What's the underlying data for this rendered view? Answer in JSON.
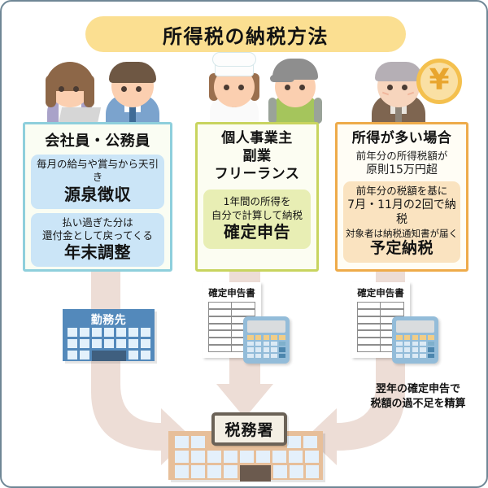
{
  "title": "所得税の納税方法",
  "colors": {
    "title_pill": "#fbdf91",
    "employee_accent": "#8ecfdc",
    "selfemployed_accent": "#c8d45f",
    "highincome_accent": "#eeab4a",
    "arrow": "#edddd6",
    "workplace_building": "#5389bb",
    "tax_office_building": "#e7bf9a"
  },
  "people": [
    {
      "name": "office-worker-woman",
      "icon": "woman-with-laptop-icon"
    },
    {
      "name": "office-worker-man",
      "icon": "man-in-necktie-icon"
    },
    {
      "name": "chef-woman",
      "icon": "chef-icon"
    },
    {
      "name": "delivery-man",
      "icon": "cap-worker-icon"
    },
    {
      "name": "senior-man",
      "icon": "elderly-man-icon"
    },
    {
      "name": "yen-coin",
      "icon": "yen-coin-icon"
    }
  ],
  "categories": [
    {
      "id": "employee",
      "heading": "会社員・公務員",
      "accent": "#8ecfdc",
      "blocks": [
        {
          "lines": [
            "毎月の給与や賞与から天引き"
          ],
          "emphasis": "源泉徴収"
        },
        {
          "lines": [
            "払い過ぎた分は",
            "還付金として戻ってくる"
          ],
          "emphasis": "年末調整"
        }
      ]
    },
    {
      "id": "self-employed",
      "heading": "個人事業主\n副業\nフリーランス",
      "heading_lines": [
        "個人事業主",
        "副業",
        "フリーランス"
      ],
      "accent": "#c8d45f",
      "blocks": [
        {
          "lines": [
            "1年間の所得を",
            "自分で計算して納税"
          ],
          "emphasis": "確定申告"
        }
      ]
    },
    {
      "id": "high-income",
      "heading": "所得が多い場合",
      "accent": "#eeab4a",
      "subtitle_lines": [
        "前年分の所得税額が",
        "原則15万円超"
      ],
      "blocks": [
        {
          "lines": [
            "前年分の税額を基に",
            "7月・11月の2回で納税",
            "対象者は納税通知書が届く"
          ],
          "emphasis": "予定納税"
        }
      ]
    }
  ],
  "workplace": {
    "label": "勤務先"
  },
  "tax_office": {
    "label": "税務署"
  },
  "documents": [
    {
      "id": "doc-self-employed",
      "title": "確定申告書",
      "icon": "calculator-icon"
    },
    {
      "id": "doc-high-income",
      "title": "確定申告書",
      "icon": "calculator-icon"
    }
  ],
  "notes": [
    {
      "id": "settlement-note",
      "lines": [
        "翌年の確定申告で",
        "税額の過不足を精算"
      ]
    }
  ]
}
